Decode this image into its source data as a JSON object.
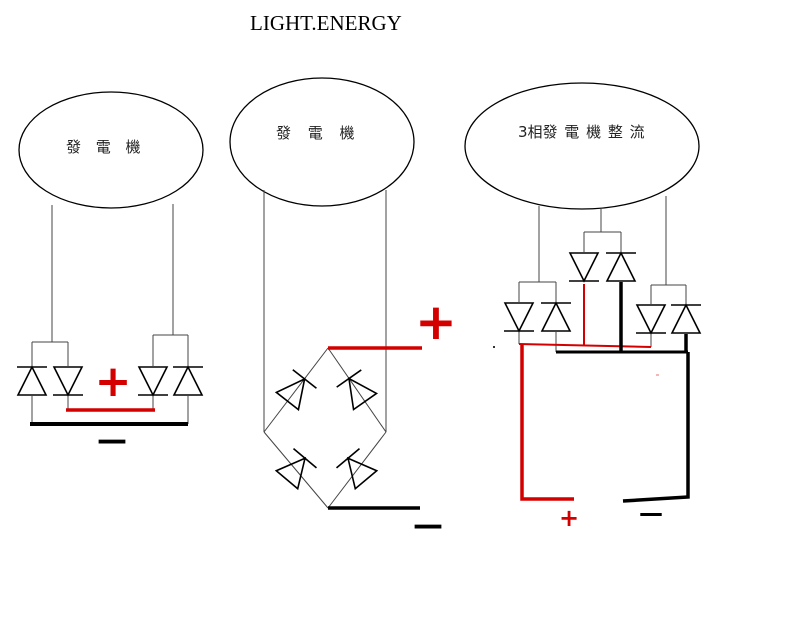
{
  "title": "LIGHT.ENERGY",
  "circuits": [
    {
      "generator_label": "發 電 機",
      "positive": "+",
      "negative": "—"
    },
    {
      "generator_label": "發 電 機",
      "positive": "+",
      "negative": "—"
    },
    {
      "generator_label": "3相發 電 機 整 流",
      "positive": "+",
      "negative": "—"
    }
  ],
  "colors": {
    "wire": "#000000",
    "positive_bus": "#d40000",
    "thin_wire": "#555555",
    "background": "#ffffff"
  },
  "icons": [
    "diode-icon",
    "generator-ellipse"
  ]
}
